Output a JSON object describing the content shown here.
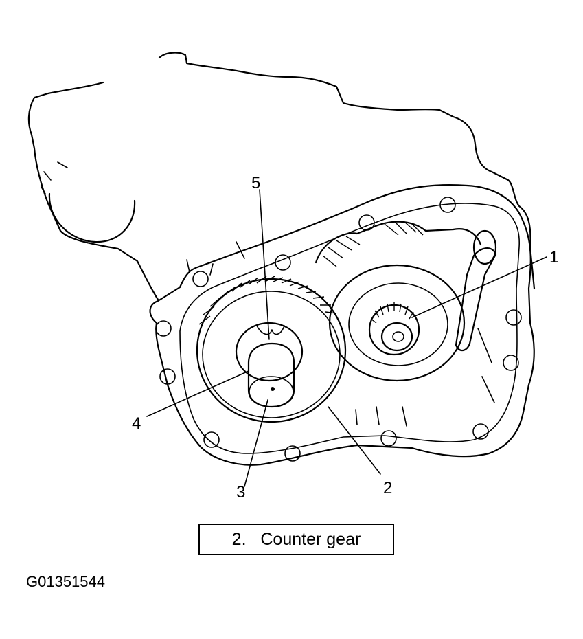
{
  "callouts": {
    "c1": "1",
    "c2": "2",
    "c3": "3",
    "c4": "4",
    "c5": "5"
  },
  "caption": {
    "number": "2.",
    "text": "Counter gear"
  },
  "figure_id": "G01351544"
}
